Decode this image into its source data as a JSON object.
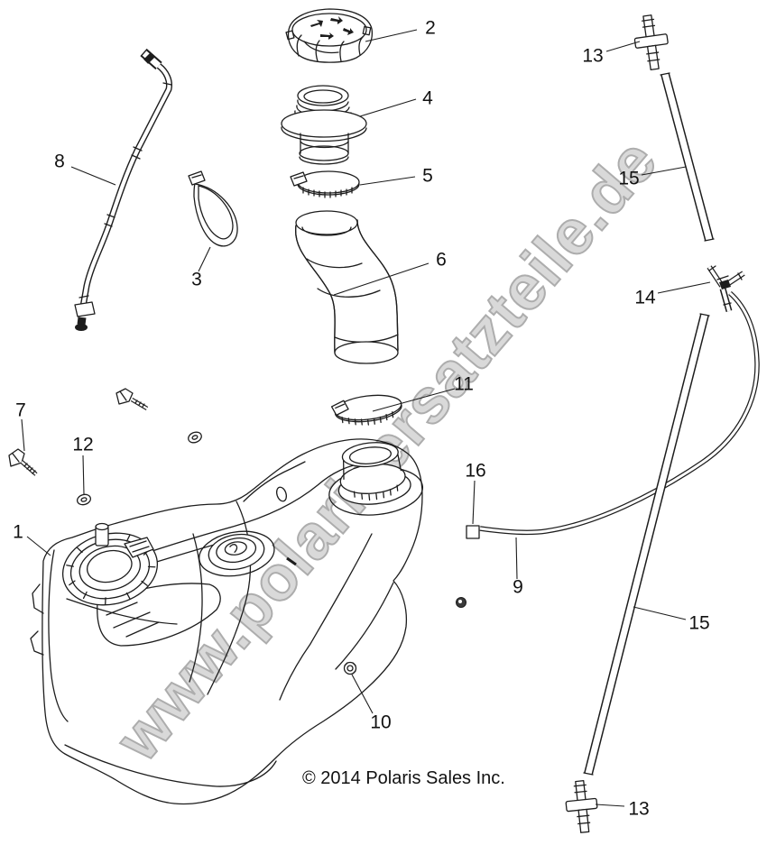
{
  "diagram": {
    "type": "exploded-parts-diagram",
    "copyright": "© 2014 Polaris Sales Inc.",
    "watermark": {
      "text": "www.polarisersatzteile.de",
      "fill": "#d9d9d9",
      "stroke": "#adadad"
    },
    "colors": {
      "background": "#ffffff",
      "line": "#1d1d1d",
      "label": "#111111"
    },
    "callouts": [
      {
        "label": "1",
        "part": "fuel-tank"
      },
      {
        "label": "2",
        "part": "fuel-cap"
      },
      {
        "label": "3",
        "part": "cable-tie"
      },
      {
        "label": "4",
        "part": "filler-neck-flange"
      },
      {
        "label": "5",
        "part": "hose-clamp-upper"
      },
      {
        "label": "6",
        "part": "filler-hose"
      },
      {
        "label": "7",
        "part": "bolt"
      },
      {
        "label": "8",
        "part": "vent-line"
      },
      {
        "label": "9",
        "part": "fuel-line"
      },
      {
        "label": "10",
        "part": "nut"
      },
      {
        "label": "11",
        "part": "hose-clamp-lower"
      },
      {
        "label": "12",
        "part": "washer"
      },
      {
        "label": "13",
        "part": "fitting-top"
      },
      {
        "label": "13",
        "part": "fitting-bottom"
      },
      {
        "label": "14",
        "part": "clip-fitting"
      },
      {
        "label": "15",
        "part": "tube-upper"
      },
      {
        "label": "15",
        "part": "tube-lower"
      },
      {
        "label": "16",
        "part": "spacer-block"
      }
    ]
  }
}
